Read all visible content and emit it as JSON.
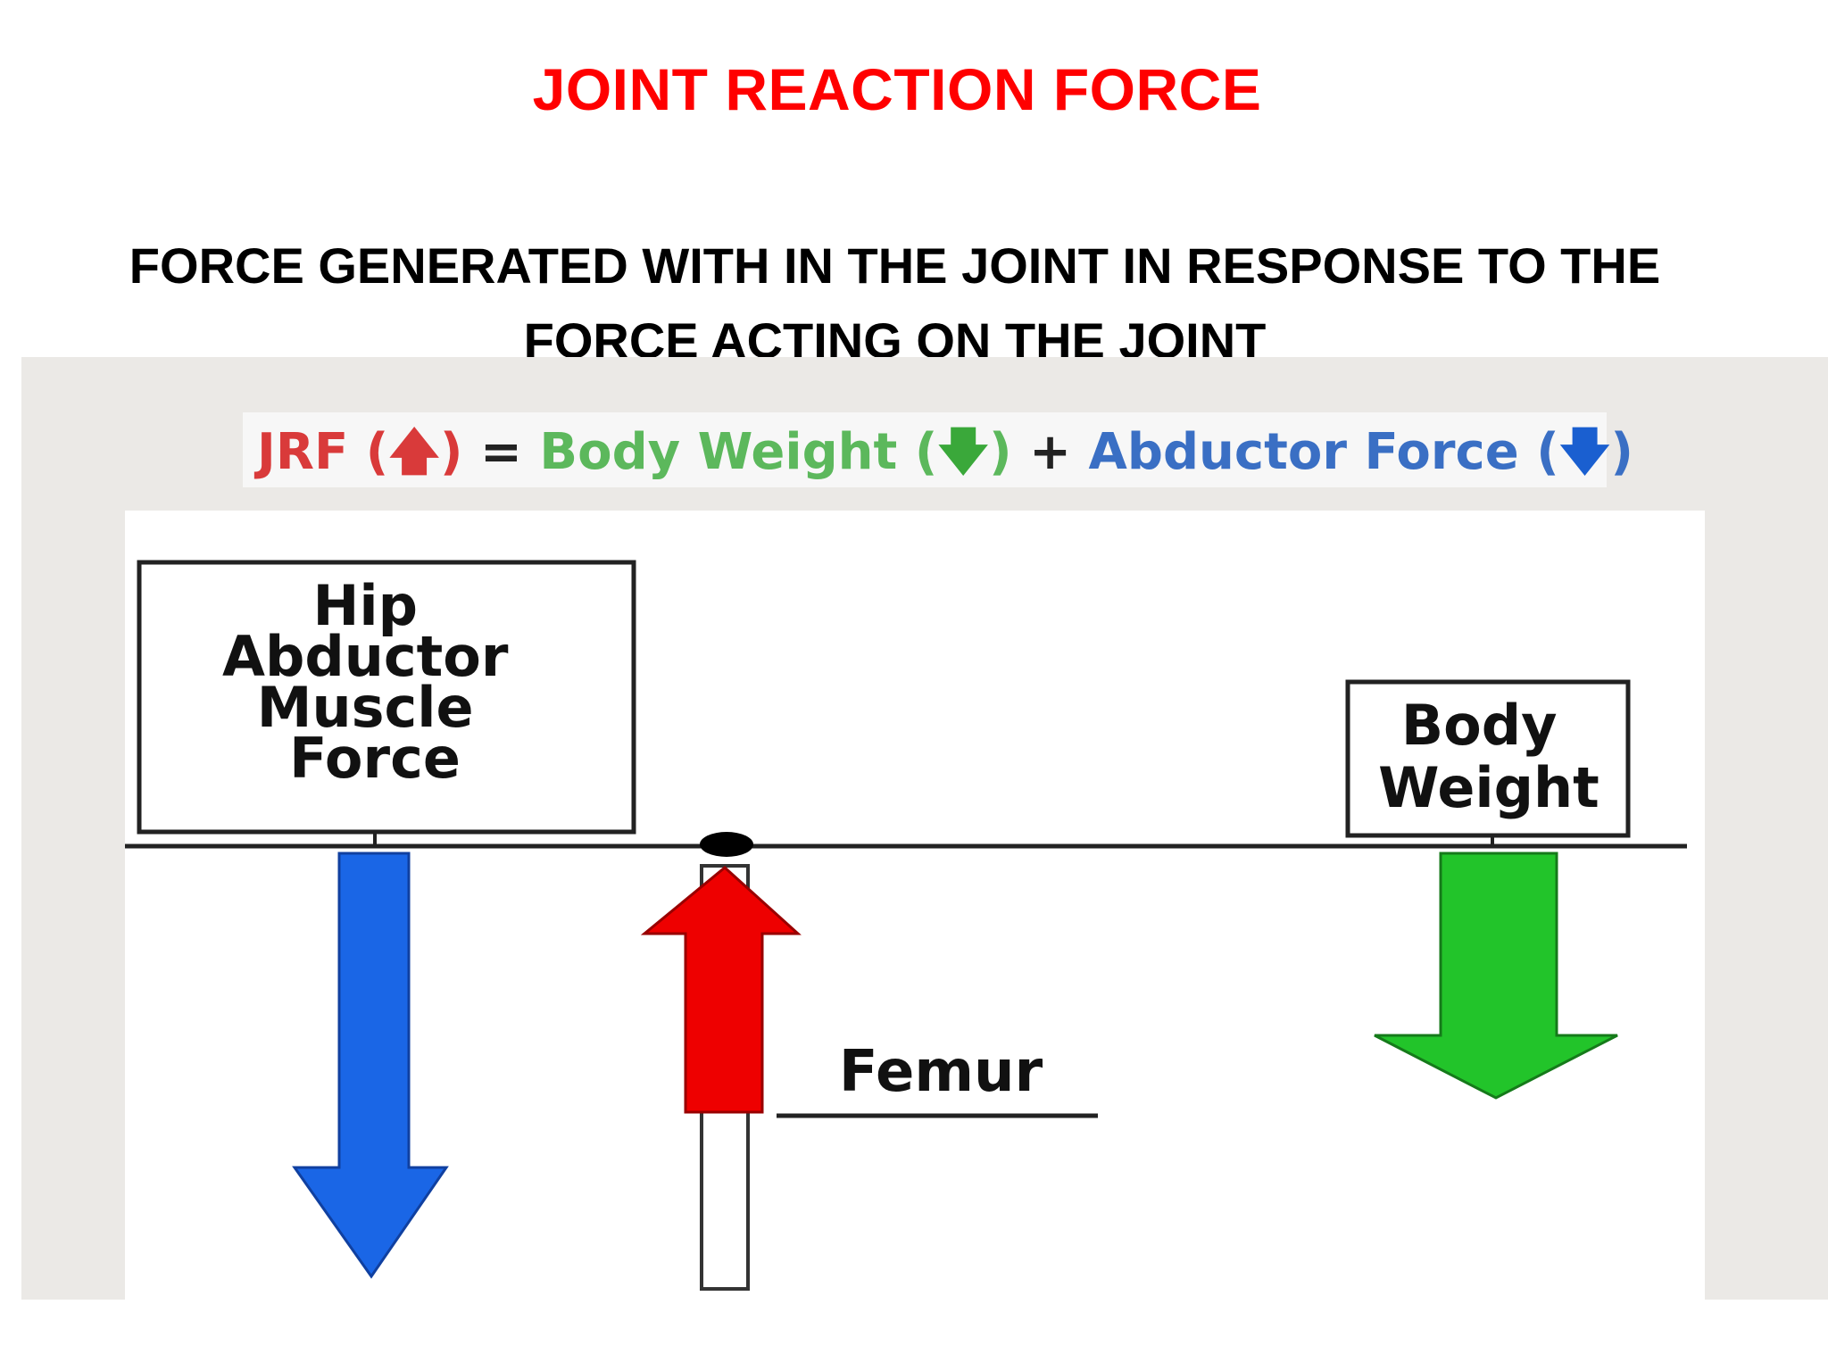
{
  "title": "JOINT REACTION FORCE",
  "definition": {
    "line1": "FORCE GENERATED WITH IN THE JOINT IN RESPONSE TO THE",
    "line2": "FORCE ACTING ON THE JOINT"
  },
  "equation": {
    "jrf": "JRF (",
    "jrf_close": ")",
    "equals": " = ",
    "body_weight": "Body Weight (",
    "body_weight_close": ")",
    "plus": " + ",
    "abductor_force": "Abductor Force (",
    "abductor_force_close": ")",
    "colors": {
      "jrf": "#d93a3a",
      "body_weight": "#5cb85c",
      "abductor_force": "#3a6fc4"
    }
  },
  "labels": {
    "hip_abductor": [
      "Hip",
      "Abductor",
      "Muscle",
      "Force"
    ],
    "body_weight": [
      "Body",
      "Weight"
    ],
    "femur": "Femur"
  },
  "arrows": {
    "abductor_force": {
      "direction": "down",
      "color": "#1a66e6"
    },
    "joint_reaction_force": {
      "direction": "up",
      "color": "#ee0000"
    },
    "body_weight": {
      "direction": "down",
      "color": "#22c42a"
    }
  },
  "icons": [
    "up-arrow-icon",
    "down-arrow-icon"
  ]
}
